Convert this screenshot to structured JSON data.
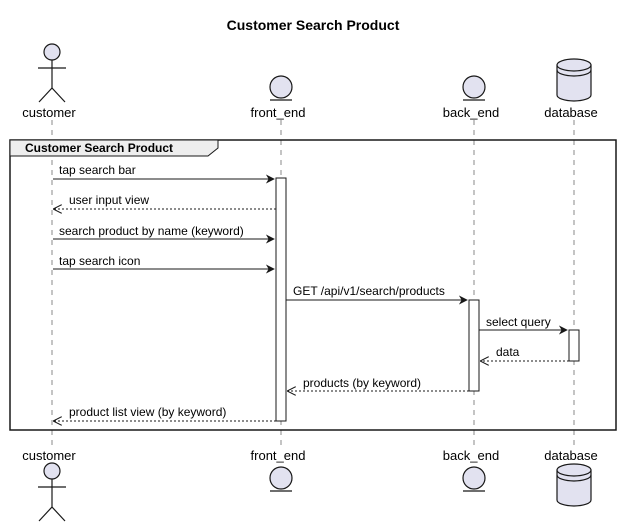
{
  "diagram": {
    "title": "Customer Search Product",
    "participants": [
      {
        "id": "customer",
        "label": "customer",
        "kind": "actor"
      },
      {
        "id": "front_end",
        "label": "front_end",
        "kind": "entity"
      },
      {
        "id": "back_end",
        "label": "back_end",
        "kind": "entity"
      },
      {
        "id": "database",
        "label": "database",
        "kind": "database"
      }
    ],
    "group": {
      "label": "Customer Search Product"
    },
    "messages": [
      {
        "from": "customer",
        "to": "front_end",
        "label": "tap search bar",
        "style": "solid"
      },
      {
        "from": "front_end",
        "to": "customer",
        "label": "user input view",
        "style": "dashed"
      },
      {
        "from": "customer",
        "to": "front_end",
        "label": "search product by name (keyword)",
        "style": "solid"
      },
      {
        "from": "customer",
        "to": "front_end",
        "label": "tap search icon",
        "style": "solid"
      },
      {
        "from": "front_end",
        "to": "back_end",
        "label": "GET /api/v1/search/products",
        "style": "solid"
      },
      {
        "from": "back_end",
        "to": "database",
        "label": "select query",
        "style": "solid"
      },
      {
        "from": "database",
        "to": "back_end",
        "label": "data",
        "style": "dashed"
      },
      {
        "from": "back_end",
        "to": "front_end",
        "label": "products (by keyword)",
        "style": "dashed"
      },
      {
        "from": "front_end",
        "to": "customer",
        "label": "product list view (by keyword)",
        "style": "dashed"
      }
    ]
  }
}
